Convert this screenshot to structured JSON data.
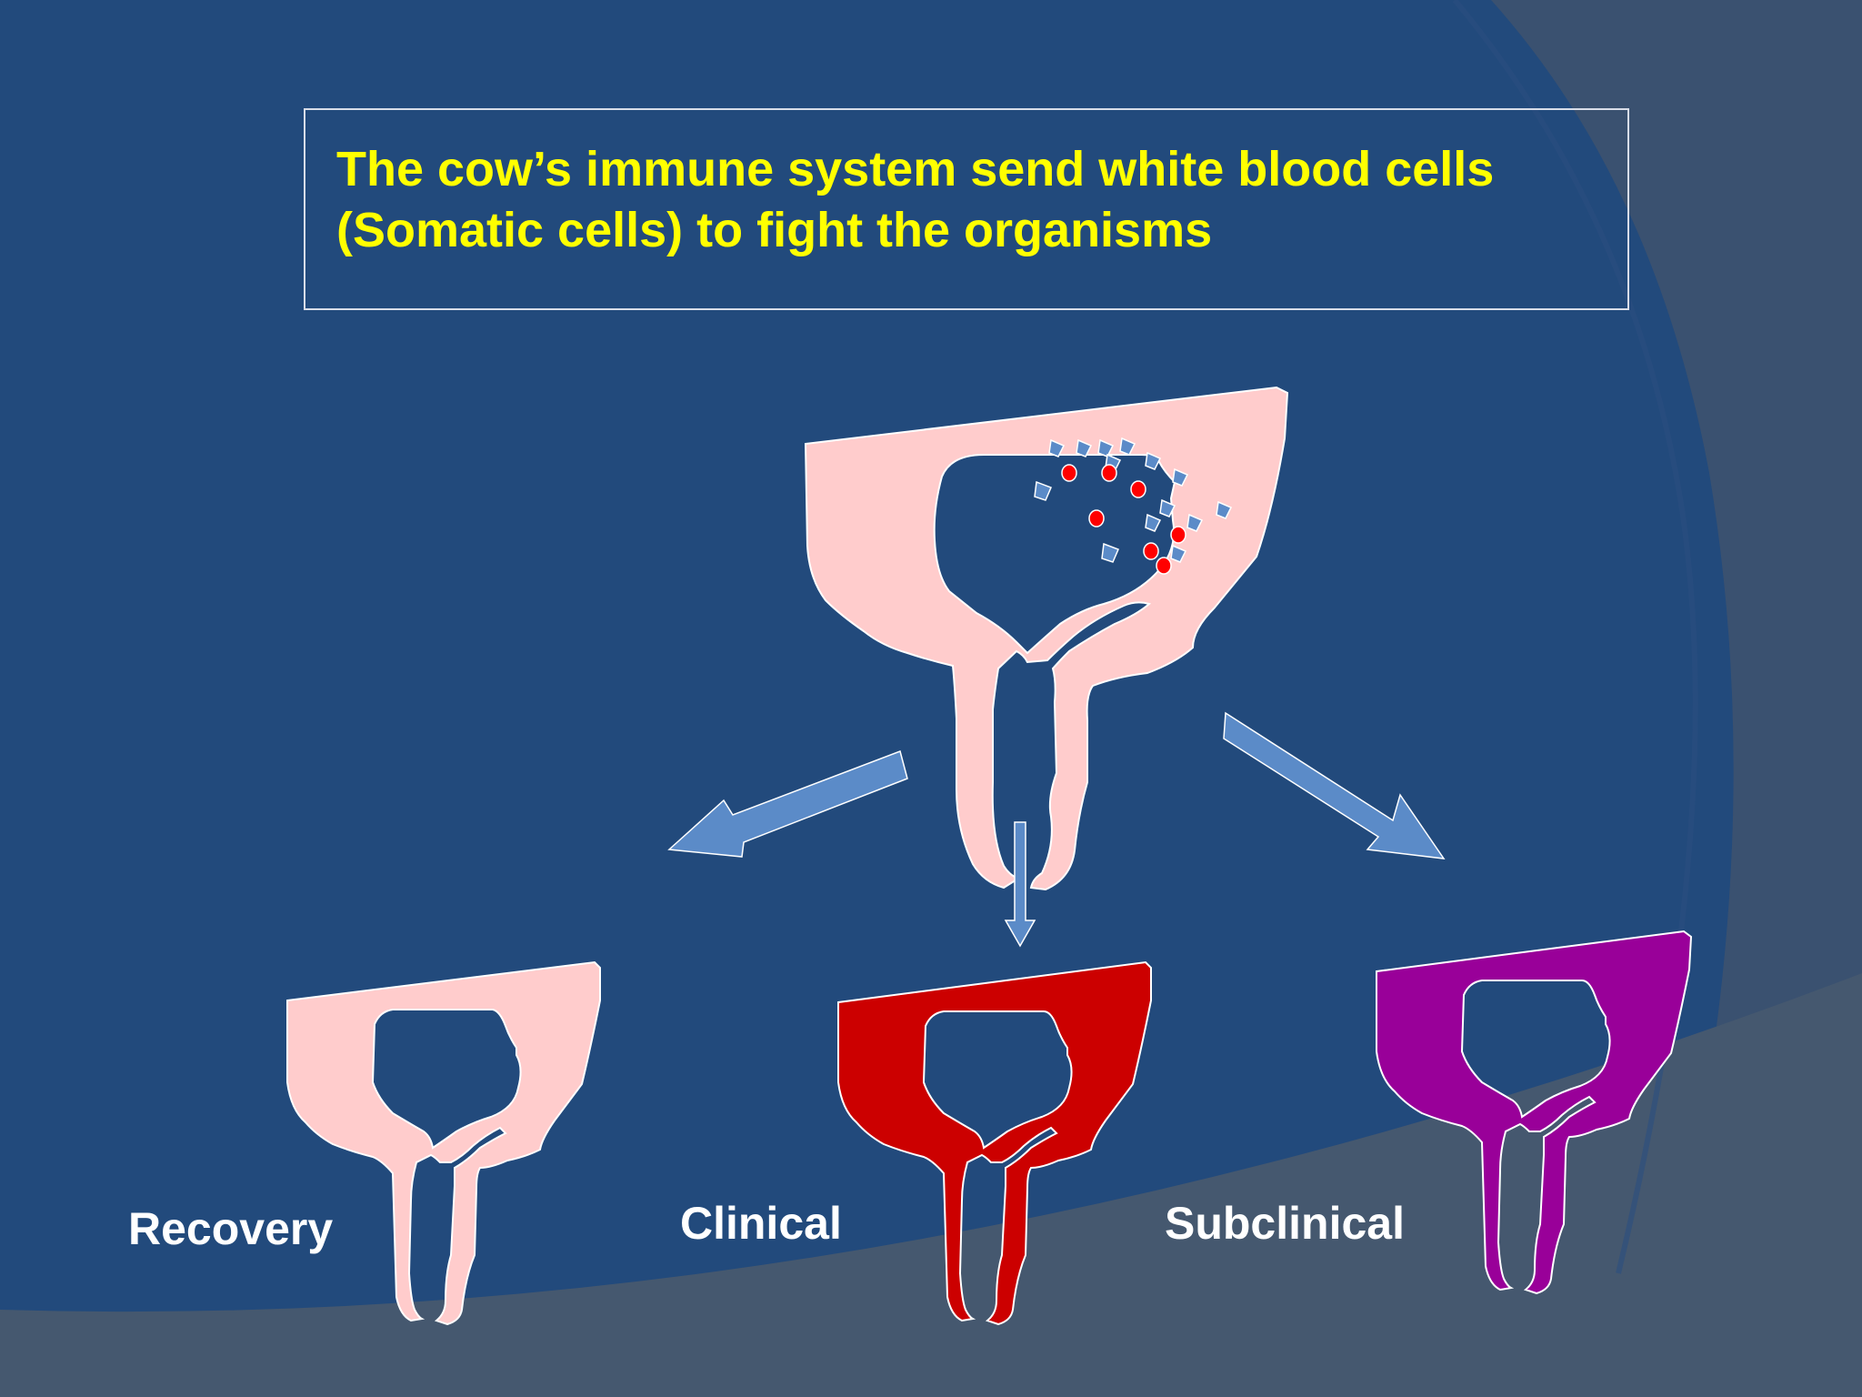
{
  "title": {
    "line1": "The cow’s immune system send white blood cells",
    "line2": "(Somatic cells) to fight the organisms"
  },
  "outcomes": [
    {
      "label": "Recovery",
      "color": "#ffcccc"
    },
    {
      "label": "Clinical",
      "color": "#cc0000"
    },
    {
      "label": "Subclinical",
      "color": "#990099"
    }
  ],
  "colors": {
    "background": "#224a7c",
    "title_text": "#ffff00",
    "udder_infected": "#ffcccc",
    "white_blood_cells": "#5b8bc8",
    "bacteria": "#ff0000",
    "arrows": "#5b8bc8"
  }
}
